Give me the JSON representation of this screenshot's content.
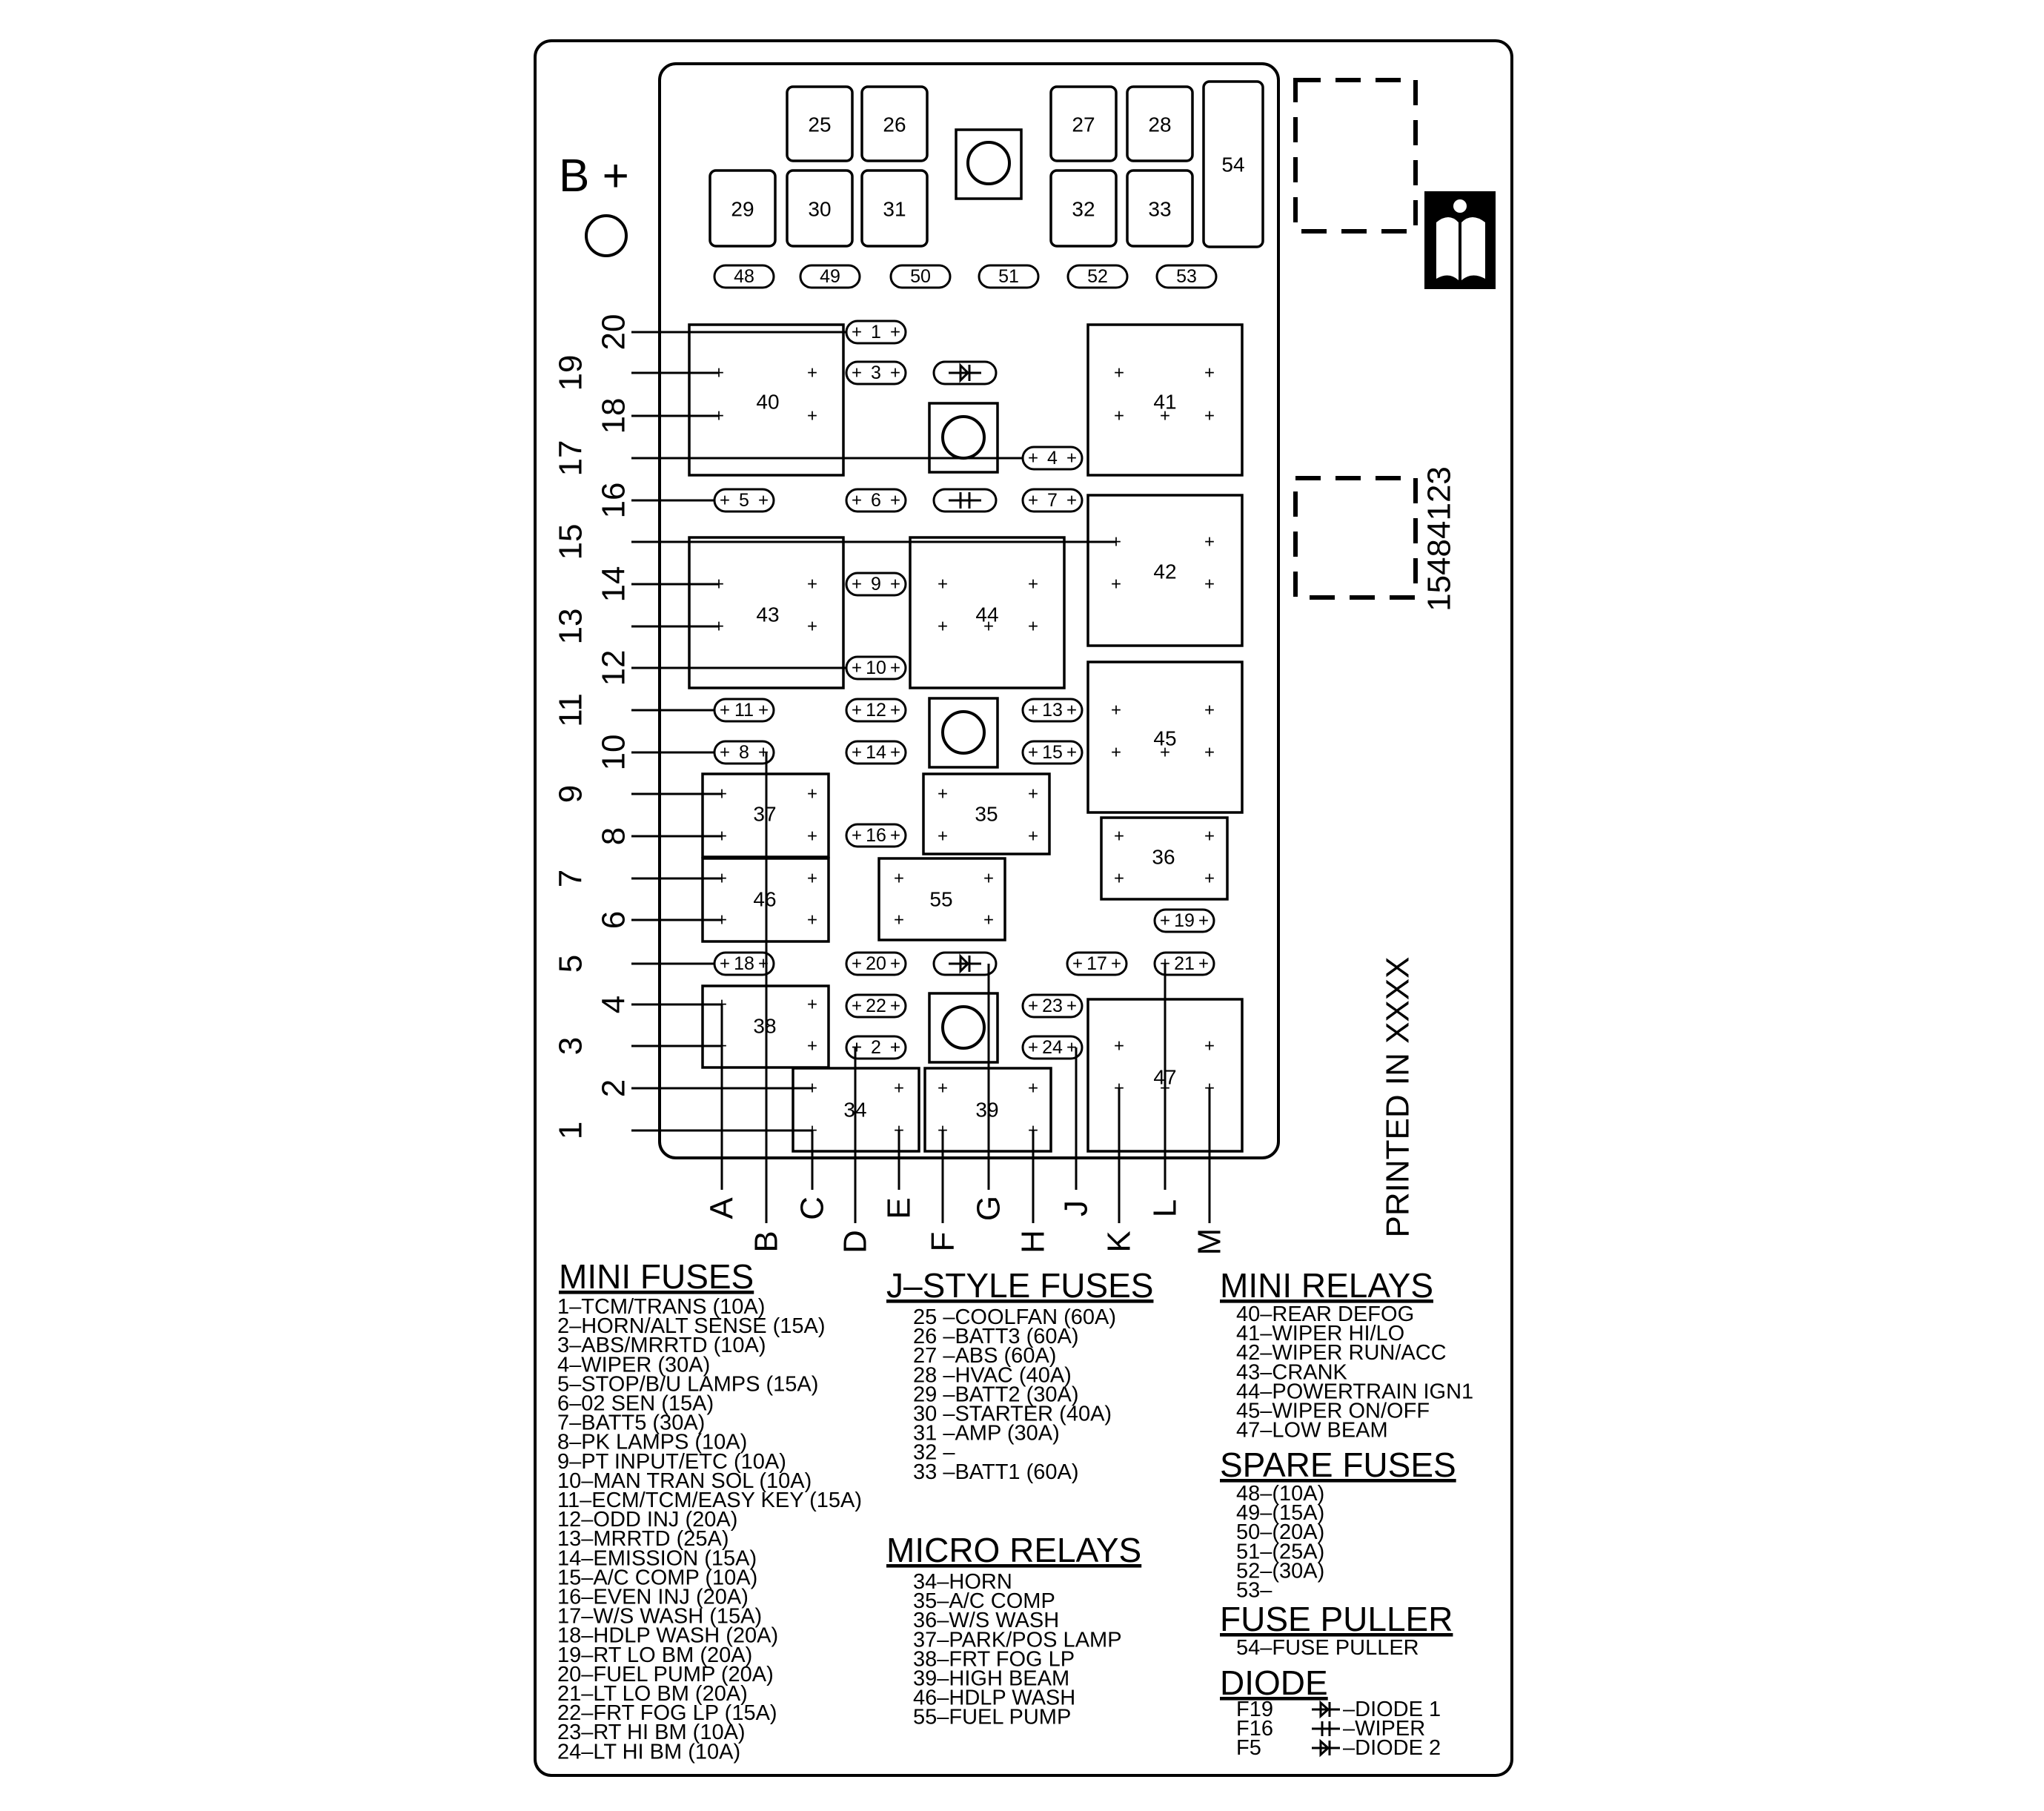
{
  "battery_label": "B +",
  "part_number": "15484123",
  "printed_in": "PRINTED IN XXXX",
  "jstyle_top": [
    "25",
    "26",
    "27",
    "28"
  ],
  "jstyle_bottom": [
    "29",
    "30",
    "31",
    "32",
    "33"
  ],
  "fuse_puller_number": "54",
  "spare_numbers": [
    "48",
    "49",
    "50",
    "51",
    "52",
    "53"
  ],
  "relays": [
    "40",
    "41",
    "42",
    "43",
    "44",
    "45",
    "36",
    "37",
    "46",
    "38",
    "35",
    "55",
    "34",
    "39",
    "47"
  ],
  "mini_fuse_numbers": [
    "1",
    "3",
    "4",
    "5",
    "6",
    "7",
    "8",
    "9",
    "10",
    "11",
    "12",
    "13",
    "14",
    "15",
    "16",
    "17",
    "18",
    "19",
    "20",
    "21",
    "22",
    "23",
    "24"
  ],
  "left_numbers": [
    "20",
    "19",
    "18",
    "17",
    "16",
    "15",
    "14",
    "13",
    "12",
    "11",
    "10",
    "9",
    "8",
    "7",
    "6",
    "5",
    "4",
    "3",
    "2",
    "1"
  ],
  "bottom_letters": [
    "A",
    "B",
    "C",
    "D",
    "E",
    "F",
    "G",
    "H",
    "J",
    "K",
    "L",
    "M"
  ],
  "pin_symbol": "+",
  "legend": {
    "mini_fuses": {
      "title": "MINI FUSES",
      "items": [
        "1–TCM/TRANS (10A)",
        "2–HORN/ALT SENSE (15A)",
        "3–ABS/MRRTD (10A)",
        "4–WIPER (30A)",
        "5–STOP/B/U LAMPS (15A)",
        "6–02 SEN (15A)",
        "7–BATT5 (30A)",
        "8–PK LAMPS (10A)",
        "9–PT INPUT/ETC (10A)",
        "10–MAN TRAN SOL (10A)",
        "11–ECM/TCM/EASY KEY (15A)",
        "12–ODD INJ (20A)",
        "13–MRRTD (25A)",
        "14–EMISSION (15A)",
        "15–A/C COMP (10A)",
        "16–EVEN INJ (20A)",
        "17–W/S WASH (15A)",
        "18–HDLP WASH (20A)",
        "19–RT LO BM (20A)",
        "20–FUEL PUMP (20A)",
        "21–LT LO BM (20A)",
        "22–FRT FOG LP (15A)",
        "23–RT HI BM (10A)",
        "24–LT HI BM (10A)"
      ]
    },
    "jstyle_fuses": {
      "title": "J–STYLE FUSES",
      "items": [
        "25 –COOLFAN (60A)",
        "26 –BATT3 (60A)",
        "27 –ABS (60A)",
        "28 –HVAC (40A)",
        "29 –BATT2 (30A)",
        "30 –STARTER (40A)",
        "31 –AMP (30A)",
        "32 –",
        "33 –BATT1 (60A)"
      ]
    },
    "micro_relays": {
      "title": "MICRO RELAYS",
      "items": [
        "34–HORN",
        "35–A/C COMP",
        "36–W/S WASH",
        "37–PARK/POS LAMP",
        "38–FRT FOG LP",
        "39–HIGH BEAM",
        "46–HDLP WASH",
        "55–FUEL PUMP"
      ]
    },
    "mini_relays": {
      "title": "MINI RELAYS",
      "items": [
        "40–REAR DEFOG",
        "41–WIPER HI/LO",
        "42–WIPER RUN/ACC",
        "43–CRANK",
        "44–POWERTRAIN IGN1",
        "45–WIPER ON/OFF",
        "47–LOW BEAM"
      ]
    },
    "spare_fuses": {
      "title": "SPARE FUSES",
      "items": [
        "48–(10A)",
        "49–(15A)",
        "50–(20A)",
        "51–(25A)",
        "52–(30A)",
        "53–"
      ]
    },
    "fuse_puller": {
      "title": "FUSE PULLER",
      "items": [
        "54–FUSE PULLER"
      ]
    },
    "diode": {
      "title": "DIODE",
      "items": [
        {
          "code": "F19",
          "desc": "–DIODE 1"
        },
        {
          "code": "F16",
          "desc": "–WIPER"
        },
        {
          "code": "F5",
          "desc": "–DIODE 2"
        }
      ]
    }
  }
}
